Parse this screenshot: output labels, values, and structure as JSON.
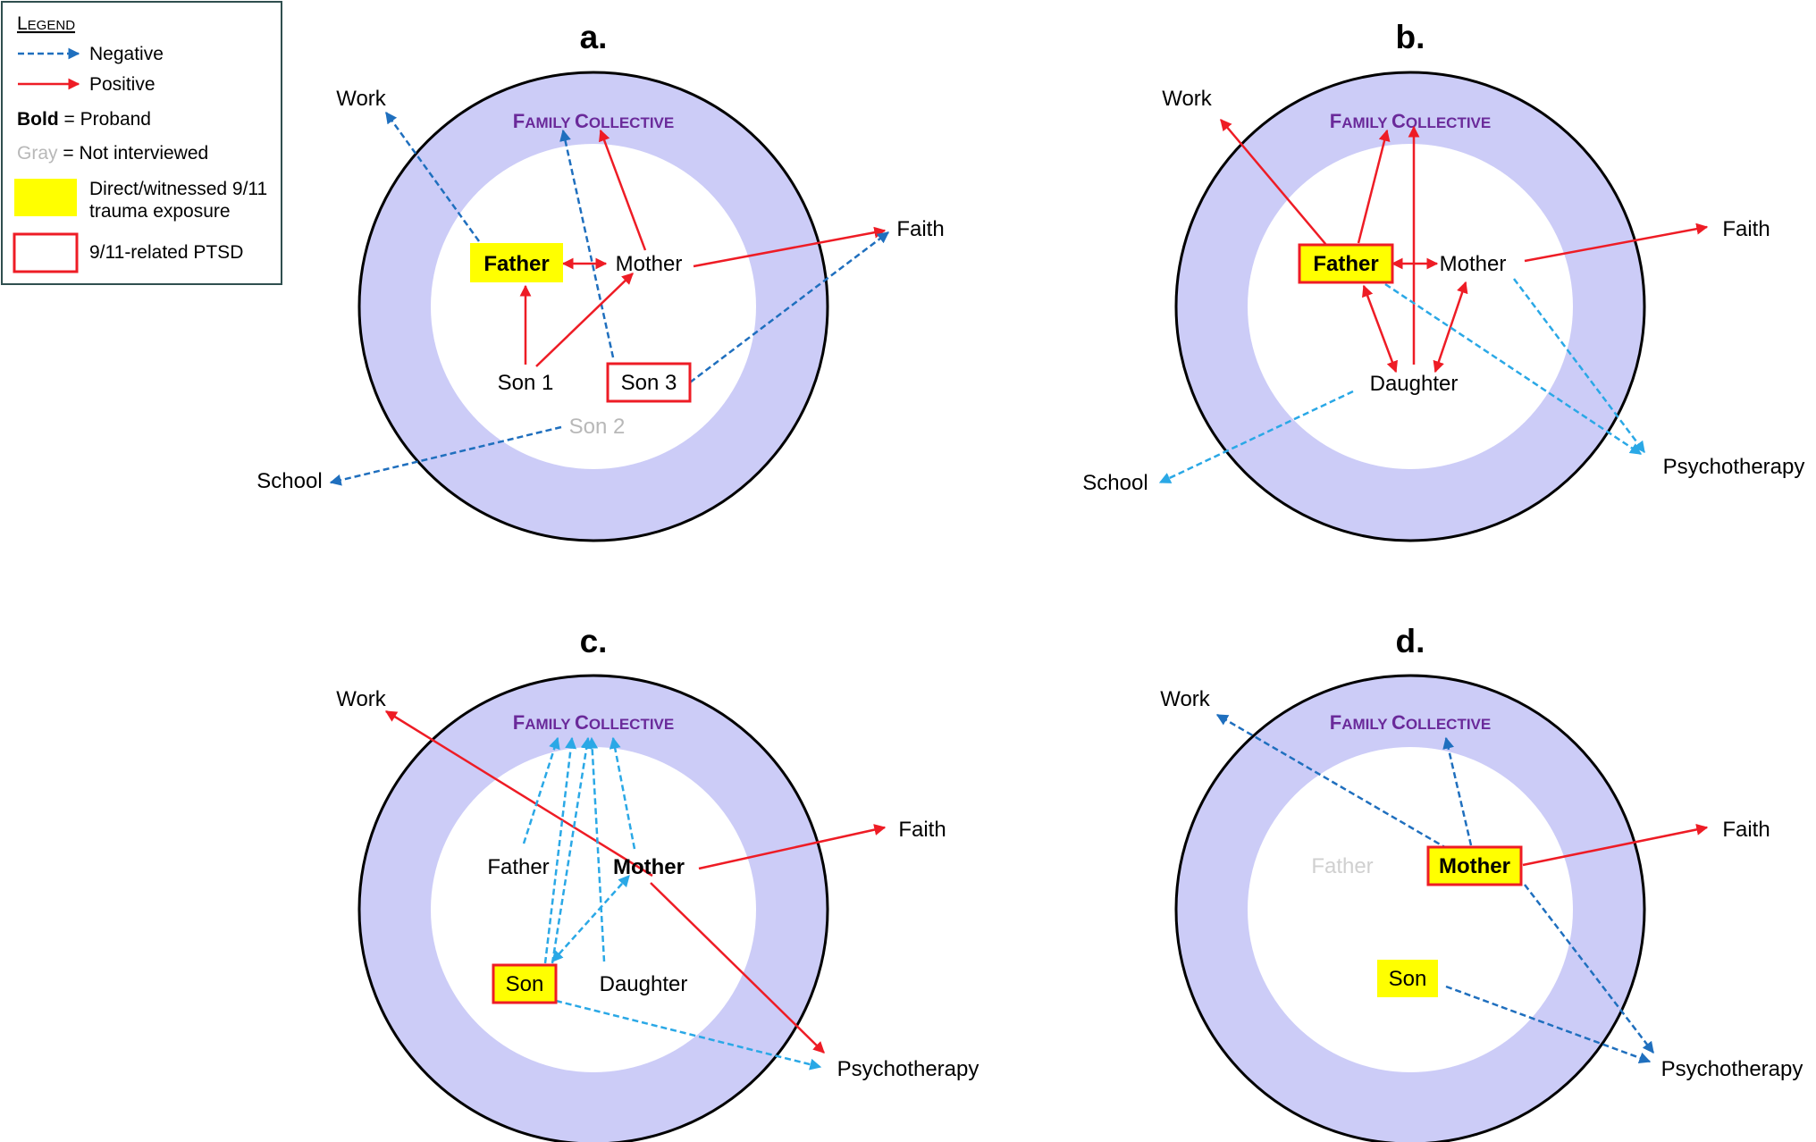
{
  "legend": {
    "title": "Legend",
    "negative": "Negative",
    "positive": "Positive",
    "bold_word": "Bold",
    "bold_desc": " = Proband",
    "gray_word": "Gray",
    "gray_desc": " = Not interviewed",
    "exposure_line1": "Direct/witnessed 9/11",
    "exposure_line2": "trauma exposure",
    "ptsd": "9/11-related PTSD"
  },
  "colors": {
    "negative_dark": "#1f6fbe",
    "negative_light": "#2aa8e6",
    "positive": "#ee1c25",
    "ring": "#ccccf7",
    "exposure": "#ffff00",
    "family_label": "#6a2a9a",
    "not_interviewed": "#b8b8b8"
  },
  "family_collective": {
    "big1": "F",
    "small1": "AMILY ",
    "big2": "C",
    "small2": "OLLECTIVE"
  },
  "panels": {
    "a": {
      "letter": "a.",
      "work": "Work",
      "faith": "Faith",
      "school": "School",
      "father": "Father",
      "mother": "Mother",
      "son1": "Son 1",
      "son2": "Son 2",
      "son3": "Son 3"
    },
    "b": {
      "letter": "b.",
      "work": "Work",
      "faith": "Faith",
      "school": "School",
      "psychotherapy": "Psychotherapy",
      "father": "Father",
      "mother": "Mother",
      "daughter": "Daughter"
    },
    "c": {
      "letter": "c.",
      "work": "Work",
      "faith": "Faith",
      "psychotherapy": "Psychotherapy",
      "father": "Father",
      "mother": "Mother",
      "son": "Son",
      "daughter": "Daughter"
    },
    "d": {
      "letter": "d.",
      "work": "Work",
      "faith": "Faith",
      "psychotherapy": "Psychotherapy",
      "father": "Father",
      "mother": "Mother",
      "son": "Son"
    }
  }
}
